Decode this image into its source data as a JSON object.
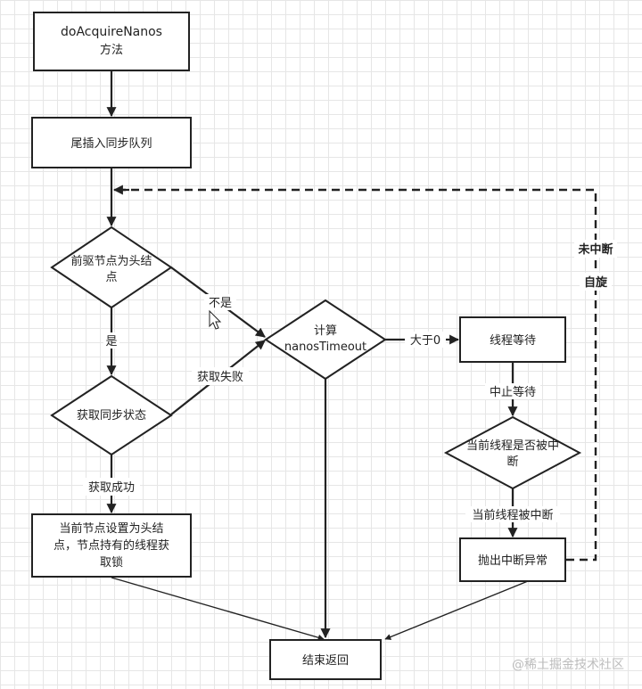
{
  "nodes": {
    "start": {
      "line1": "doAcquireNanos",
      "line2": "方法"
    },
    "enqueue": {
      "label": "尾插入同步队列"
    },
    "pred_is_head": {
      "line1": "前驱节点为头结",
      "line2": "点"
    },
    "acquire": {
      "label": "获取同步状态"
    },
    "set_head": {
      "line1": "当前节点设置为头结",
      "line2": "点，节点持有的线程获",
      "line3": "取锁"
    },
    "calc": {
      "line1": "计算",
      "line2": "nanosTimeout"
    },
    "park": {
      "label": "线程等待"
    },
    "interrupted_check": {
      "line1": "当前线程是否被中",
      "line2": "断"
    },
    "throw": {
      "label": "抛出中断异常"
    },
    "end": {
      "label": "结束返回"
    }
  },
  "edges": {
    "not_yes": "不是",
    "yes": "是",
    "acquire_fail": "获取失败",
    "acquire_success": "获取成功",
    "gt_zero": "大于0",
    "stop_wait": "中止等待",
    "is_interrupted": "当前线程被中断",
    "not_interrupted": "未中断",
    "spin": "自旋"
  },
  "watermark": "@稀土掘金技术社区",
  "colors": {
    "stroke": "#222222",
    "grid": "#e6e6e6",
    "background": "#ffffff",
    "watermark": "#bdbdbd"
  }
}
